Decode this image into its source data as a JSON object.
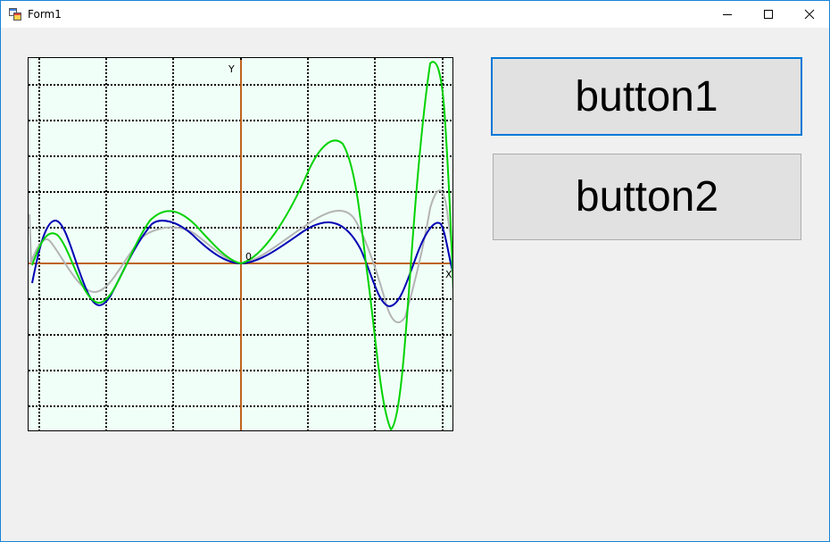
{
  "window": {
    "title": "Form1"
  },
  "titlebar_icons": {
    "app": "app-icon",
    "minimize": "minimize-icon",
    "maximize": "maximize-icon",
    "close": "close-icon"
  },
  "buttons": {
    "button1": "button1",
    "button2": "button2"
  },
  "plot": {
    "y_axis_label": "Y",
    "x_axis_label": "X",
    "origin_label": "0"
  },
  "colors": {
    "window_border": "#1883d7",
    "plot_background": "#f0fff8",
    "axis": "#c0641e",
    "series_blue": "#0000b4",
    "series_gray": "#b4b4b4",
    "series_green": "#00d200",
    "button_focus_border": "#0078d7"
  }
}
